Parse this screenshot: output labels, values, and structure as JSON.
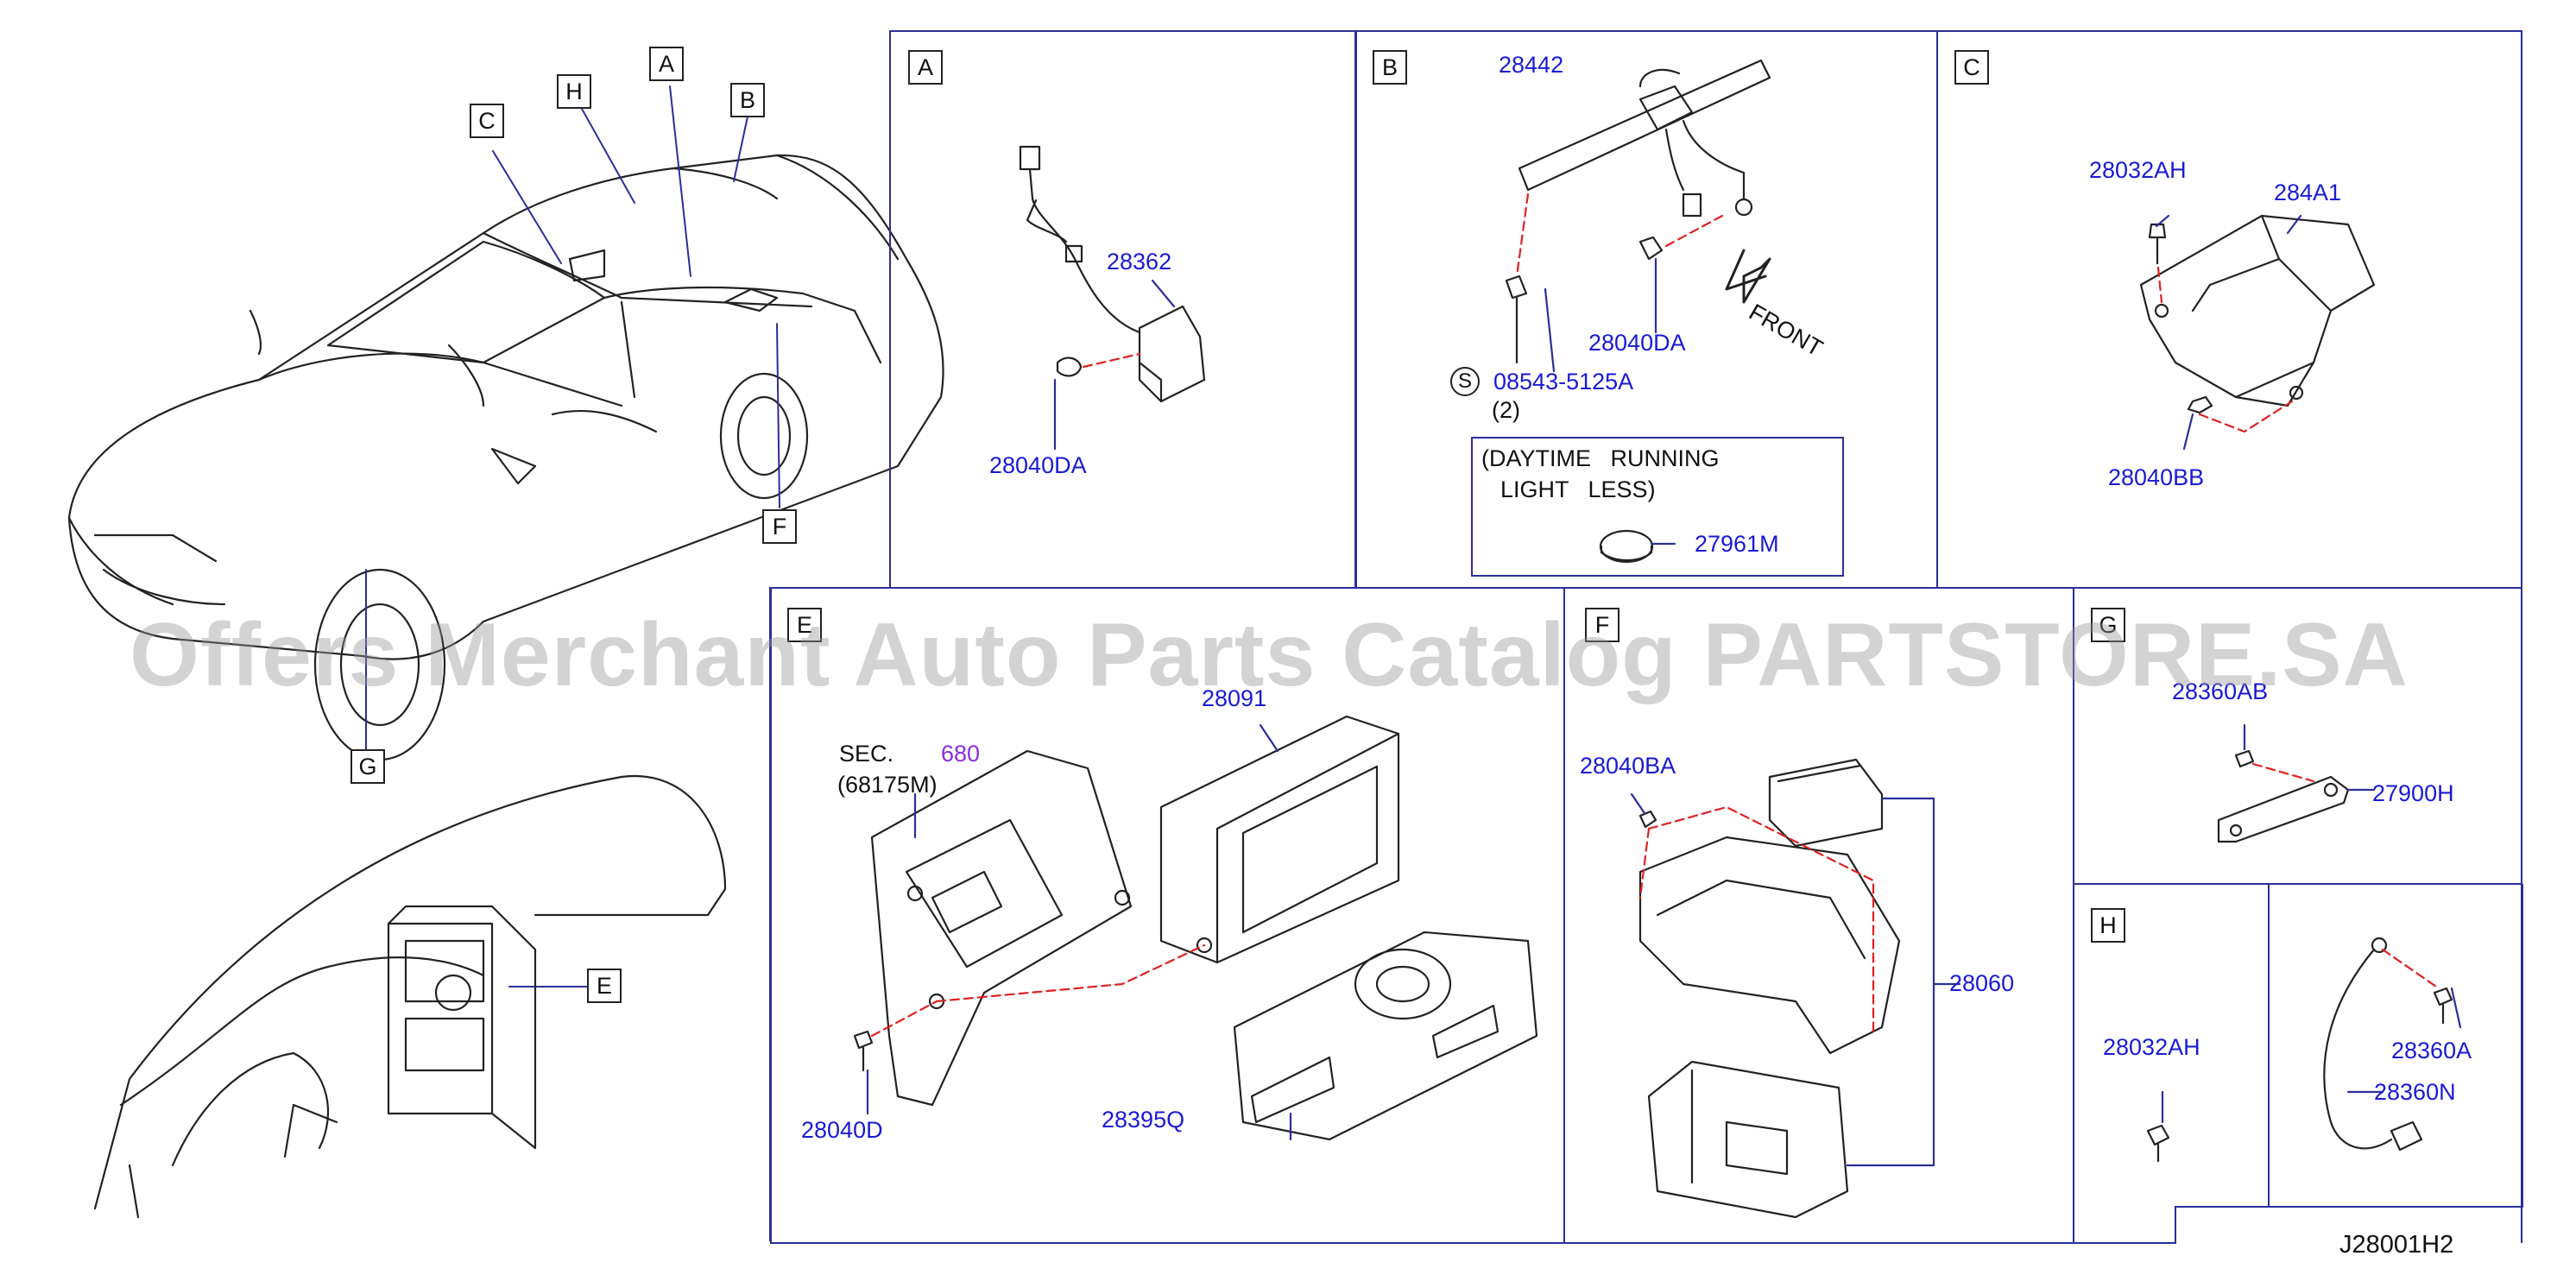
{
  "diagram_ref": "J28001H2",
  "watermark": "Offers Merchant Auto Parts Catalog PARTSTORE.SA",
  "overview_tags": [
    "A",
    "B",
    "C",
    "H",
    "F",
    "G",
    "E"
  ],
  "panels": {
    "A": {
      "tag": "A",
      "parts": [
        "28362",
        "28040DA"
      ]
    },
    "B": {
      "tag": "B",
      "parts": [
        "28442",
        "28040DA"
      ],
      "front_label": "FRONT",
      "screw_part": "08543-5125A",
      "screw_symbol": "S",
      "screw_qty": "(2)",
      "note_line1": "(DAYTIME   RUNNING",
      "note_line2": "LIGHT   LESS)",
      "note_part": "27961M"
    },
    "C": {
      "tag": "C",
      "parts": [
        "28032AH",
        "284A1",
        "28040BB"
      ]
    },
    "E": {
      "tag": "E",
      "sec_label": "SEC.",
      "sec_num": "680",
      "sec_ref": "(68175M)",
      "parts": [
        "28091",
        "28040D",
        "28395Q"
      ]
    },
    "F": {
      "tag": "F",
      "parts": [
        "28040BA",
        "28060"
      ]
    },
    "G": {
      "tag": "G",
      "parts": [
        "28360AB",
        "27900H"
      ]
    },
    "H": {
      "tag": "H",
      "parts": [
        "28032AH",
        "28360A",
        "28360N"
      ]
    }
  },
  "colors": {
    "panel_border": "#2b2f9a",
    "part_label": "#1a1ad6",
    "sec_number": "#8a2be2",
    "dash_line": "#e02020"
  }
}
